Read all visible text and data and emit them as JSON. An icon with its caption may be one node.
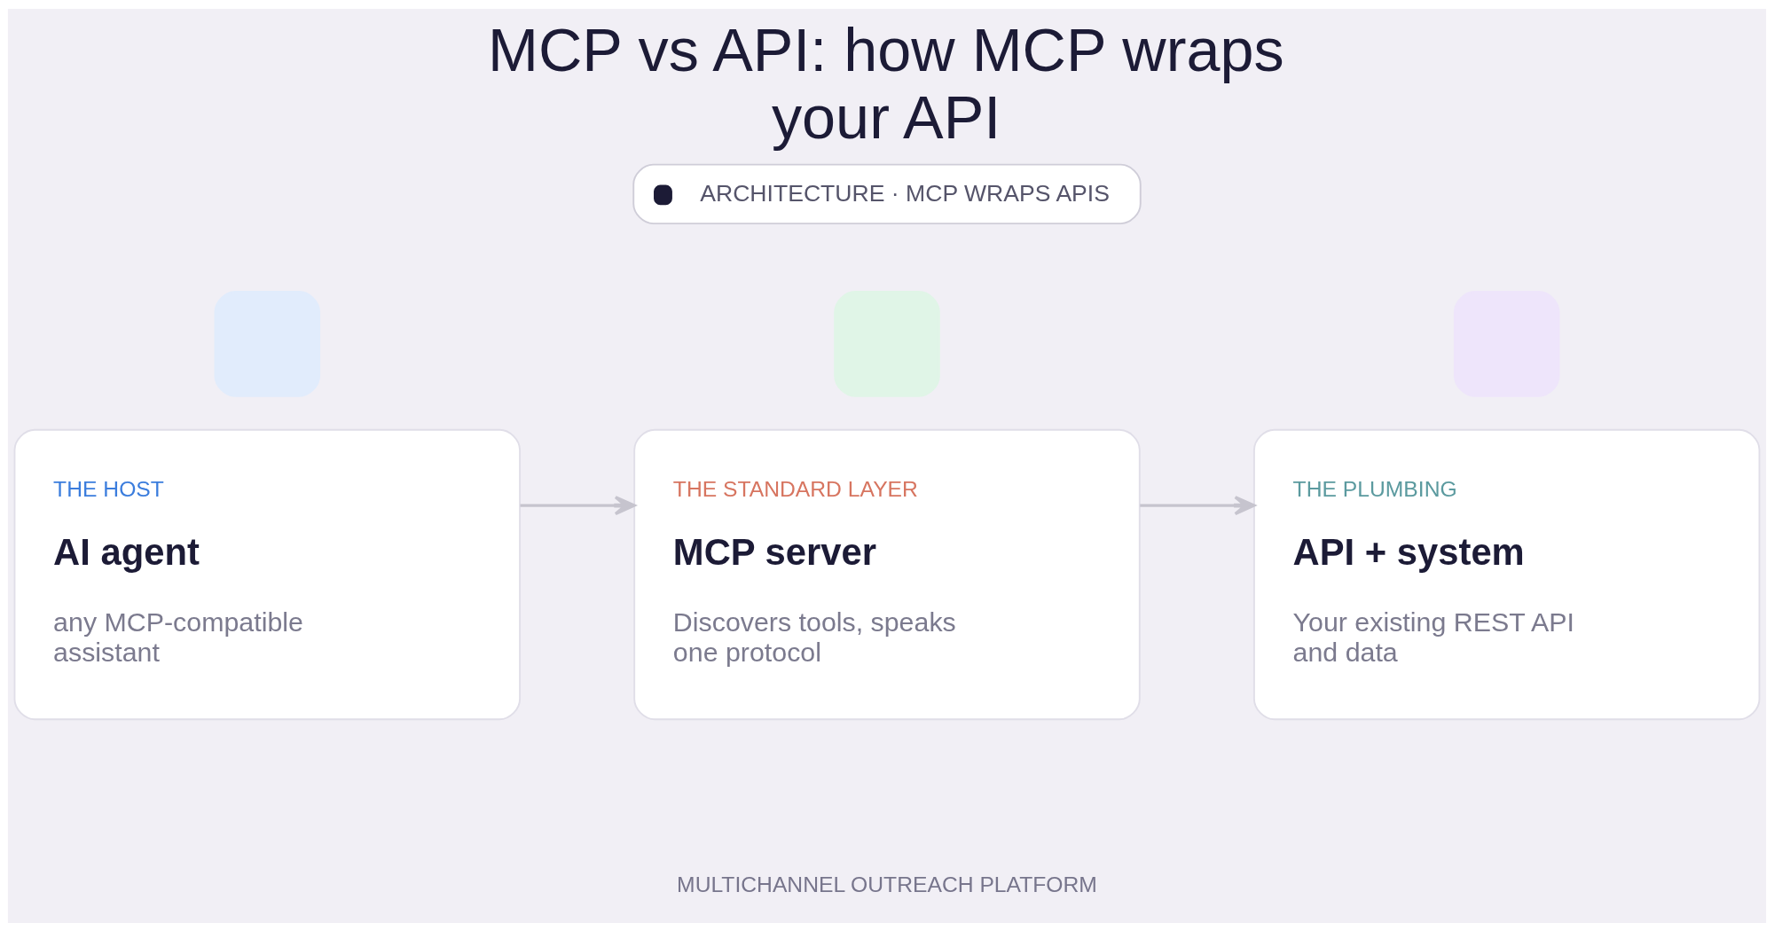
{
  "diagram": {
    "title": "MCP vs API: how MCP wraps your API",
    "nodes": [
      {
        "text": [
          "THE HOST",
          "AI agent",
          "any MCP-compatible assistant"
        ]
      },
      {
        "text": [
          "THE STANDARD LAYER",
          "MCP server",
          "Discovers tools, speaks one protocol"
        ]
      },
      {
        "text": [
          "THE PLUMBING",
          "API + system",
          "Your existing REST API and data"
        ]
      }
    ],
    "edges": [
      {
        "from": 0,
        "to": 1,
        "arrow": "to"
      },
      {
        "from": 1,
        "to": 2,
        "arrow": "to"
      }
    ],
    "labels": [
      "ARCHITECTURE · MCP WRAPS APIS",
      "MULTICHANNEL OUTREACH PLATFORM"
    ]
  }
}
